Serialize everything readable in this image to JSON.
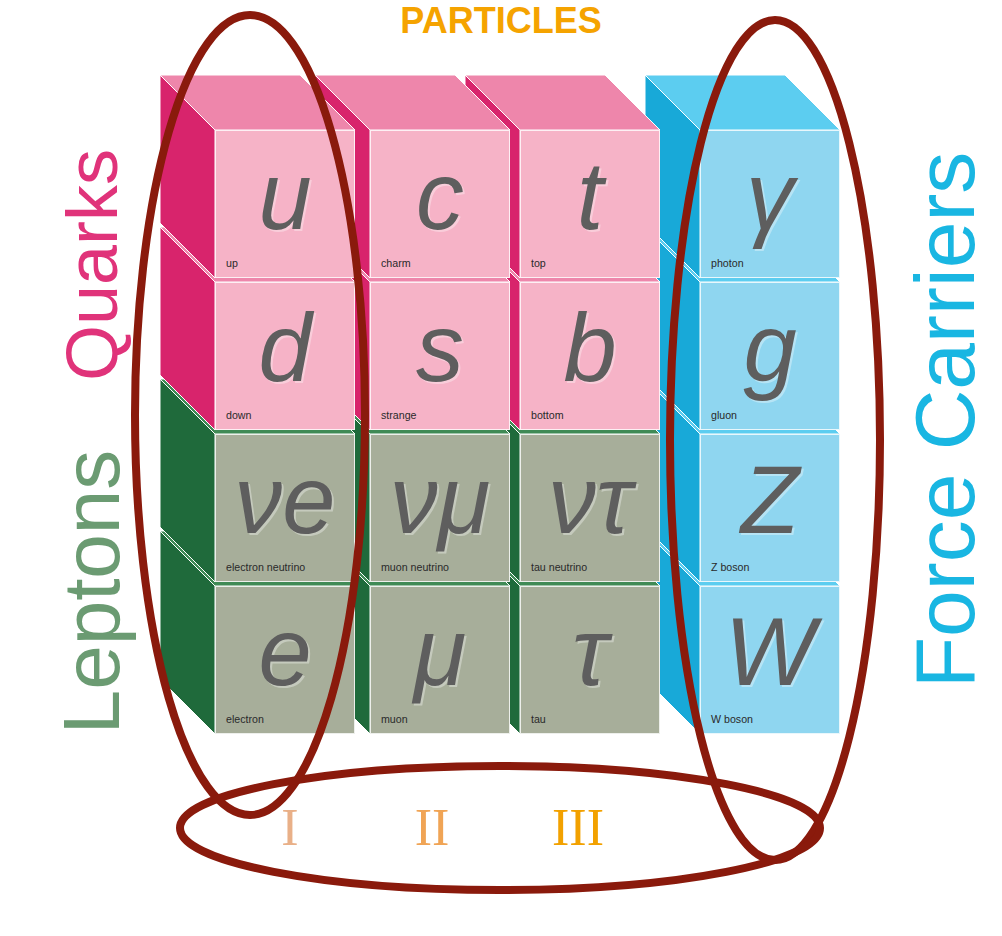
{
  "diagram": {
    "title": "PARTICLES",
    "nodes": [
      {
        "text": [
          "u",
          "up"
        ]
      },
      {
        "text": [
          "c",
          "charm"
        ]
      },
      {
        "text": [
          "t",
          "top"
        ]
      },
      {
        "text": [
          "γ",
          "photon"
        ]
      },
      {
        "text": [
          "d",
          "down"
        ]
      },
      {
        "text": [
          "s",
          "strange"
        ]
      },
      {
        "text": [
          "b",
          "bottom"
        ]
      },
      {
        "text": [
          "g",
          "gluon"
        ]
      },
      {
        "text": [
          "νe",
          "electron neutrino"
        ]
      },
      {
        "text": [
          "νμ",
          "muon neutrino"
        ]
      },
      {
        "text": [
          "ντ",
          "tau neutrino"
        ]
      },
      {
        "text": [
          "Z",
          "Z boson"
        ]
      },
      {
        "text": [
          "e",
          "electron"
        ]
      },
      {
        "text": [
          "μ",
          "muon"
        ]
      },
      {
        "text": [
          "τ",
          "tau"
        ]
      },
      {
        "text": [
          "W",
          "W boson"
        ]
      }
    ],
    "labels": [
      "Quarks",
      "Leptons",
      "Force Carriers",
      "I",
      "II",
      "III"
    ]
  }
}
